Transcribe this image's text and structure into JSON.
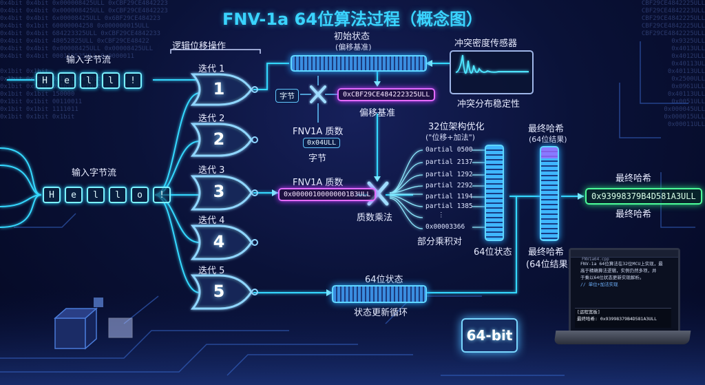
{
  "title": "FNV-1a 64位算法过程（概念图）",
  "background_left": [
    "0x4bit 0x4bit 0x000008425ULL 0xCBF29CE4842223",
    "0x4bit 0x4bit 0x000008425ULL 0xCBF29CE4842223",
    "0x4bit 0x4bit 6x00008425ULL 0x6BF29CE484223",
    "0x4bit 0x1bit 60000004258 0x000000015ULL",
    "0x4bit 0x4bit 684223325ULL 0xCBF29CE4842233",
    "0x4bit 0x4bit 48052825ULL 0xCBF29CE48422",
    "0x4bit 0x4bit 0x00008425ULL 0x00008425ULL",
    "0x4bit 0x4bit 000119525ULL 0x0000011",
    "",
    "0x1bit 0x1bit",
    "0x1bit 0x1bit 0x1bit 0x1bit",
    "0x1bit 0x1bit 0x1bit 0x1bit",
    "0x1bit 0x1bit 150000",
    "0x1bit 0x1bit 00110011",
    "0x1bit 0x1bit 1111011",
    "0x1bit 0x1bit 0x1bit"
  ],
  "background_right": [
    "CBF29CE4842225ULL",
    "CBF29CE4842223ULL",
    "CBF29CE4842225ULL",
    "CBF29CE4842225ULL",
    "CBF29CE4842225ULL",
    "0x9325ULL",
    "0x4013ULL",
    "0x4012ULL",
    "0x40113UL",
    "0x40113ULL",
    "0x2500ULL",
    "0x0961ULL",
    "0x40113ULL",
    "0x0051ULL",
    "0x000045ULL",
    "0x000015ULL",
    "0x00011ULL"
  ],
  "logic_label": "逻辑位移操作",
  "input_top_label": "输入字节流",
  "input_top_chars": [
    "H",
    "e",
    "l",
    "l",
    "!"
  ],
  "input_mid_label": "输入字节流",
  "input_mid_chars": [
    "H",
    "e",
    "l",
    "l",
    "o",
    "!"
  ],
  "gates": [
    {
      "label": "迭代 1",
      "num": "1"
    },
    {
      "label": "迭代 2",
      "num": "2"
    },
    {
      "label": "迭代 3",
      "num": "3"
    },
    {
      "label": "迭代 4",
      "num": "4"
    },
    {
      "label": "迭代 5",
      "num": "5"
    }
  ],
  "initial_state": {
    "title": "初始状态",
    "subtitle": "(偏移基准)"
  },
  "sensor": {
    "title": "冲突密度传感器",
    "caption": "冲突分布稳定性"
  },
  "byte_box": "字节",
  "offset_hex": "0xCBF29CE484222325ULL",
  "offset_caption": "偏移基准",
  "prime_top": {
    "label": "FNV1A 质数",
    "value": "0x04ULL",
    "caption": "字节"
  },
  "prime_mid": {
    "label": "FNV1A 质数",
    "value": "0x00000100000001B3ULL"
  },
  "multiply_caption": "质数乘法",
  "opt": {
    "title": "32位架构优化",
    "subtitle": "(\"位移+加法\")"
  },
  "partials": [
    "0artial 0500",
    "partial 2137",
    "partial 1292",
    "partial 2292",
    "partial 1194",
    "partial 1385",
    "⋮",
    "0x00003366"
  ],
  "partials_caption": "部分乘积对",
  "state64_vbar_caption": "64位状态",
  "final_top": {
    "title": "最终哈希",
    "subtitle": "(64位结果)"
  },
  "final_bottom": {
    "title": "最终哈希",
    "subtitle": "(64位结果)"
  },
  "final_hash": {
    "label_top": "最终哈希",
    "value": "0x93998379B4D581A3ULL",
    "label_bottom": "最终哈希"
  },
  "state64": {
    "title": "64位状态",
    "caption": "状态更新循环"
  },
  "badge": "64-bit",
  "laptop": {
    "header": "FNV1a64.cpp",
    "lines": [
      "FNV-1a 64位算法在32位MCU上实现，最",
      "高于精确算法逻辑，实例仍然多项，并",
      "于乘以64位状态更新实现解析。",
      "",
      "// 单位+加法实现"
    ],
    "console_title": "[运程宽板]",
    "console_line": "最终哈希: 0x93998379B4D581A3ULL"
  }
}
